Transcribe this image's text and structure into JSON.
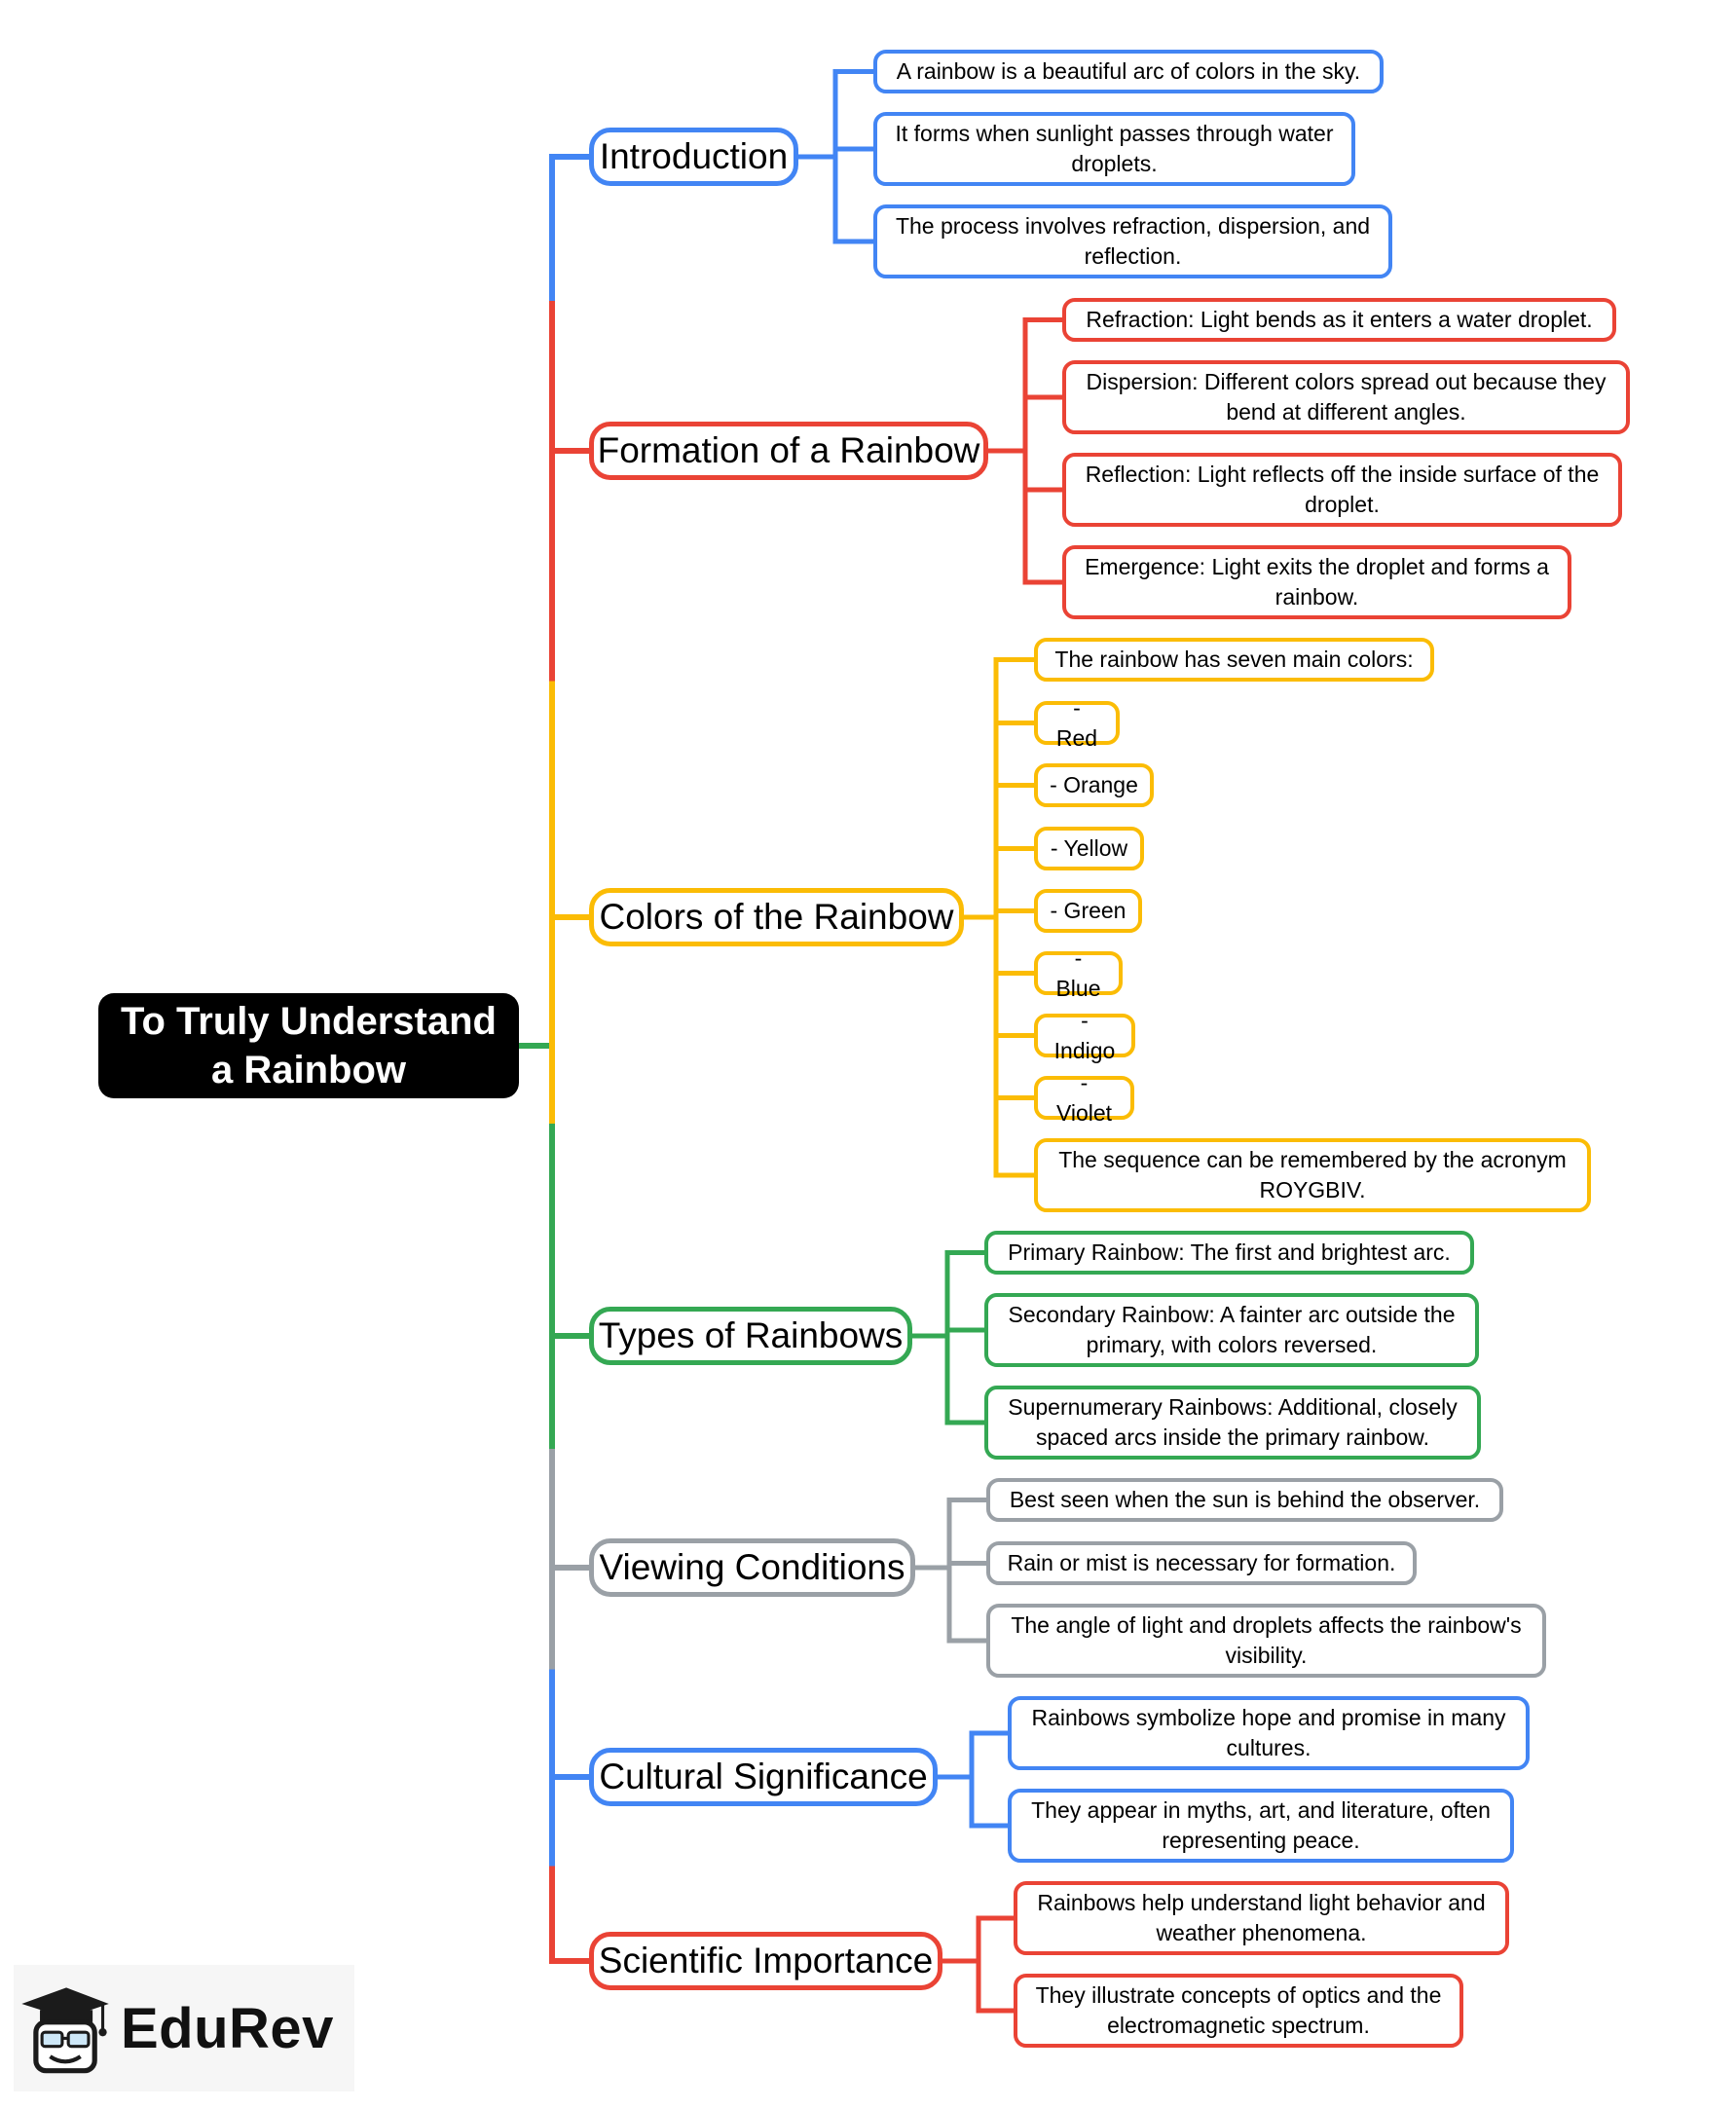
{
  "diagram": {
    "root": {
      "text": "To Truly Understand a Rainbow"
    },
    "branches": [
      {
        "label": "Introduction",
        "color": "#4285f4",
        "children": [
          "A rainbow is a beautiful arc of colors in the sky.",
          "It forms when sunlight passes through water droplets.",
          "The process involves refraction, dispersion, and reflection."
        ]
      },
      {
        "label": "Formation of a Rainbow",
        "color": "#ea4335",
        "children": [
          "Refraction: Light bends as it enters a water droplet.",
          "Dispersion: Different colors spread out because they bend at different angles.",
          "Reflection: Light reflects off the inside surface of the droplet.",
          "Emergence: Light exits the droplet and forms a rainbow."
        ]
      },
      {
        "label": "Colors of the Rainbow",
        "color": "#fbbc05",
        "children": [
          "The rainbow has seven main colors:",
          "- Red",
          "- Orange",
          "- Yellow",
          "- Green",
          "- Blue",
          "- Indigo",
          "- Violet",
          "The sequence can be remembered by the acronym ROYGBIV."
        ]
      },
      {
        "label": "Types of Rainbows",
        "color": "#34a853",
        "children": [
          "Primary Rainbow: The first and brightest arc.",
          "Secondary Rainbow: A fainter arc outside the primary, with colors reversed.",
          "Supernumerary Rainbows: Additional, closely spaced arcs inside the primary rainbow."
        ]
      },
      {
        "label": "Viewing Conditions",
        "color": "#9aa0a6",
        "children": [
          "Best seen when the sun is behind the observer.",
          "Rain or mist is necessary for formation.",
          "The angle of light and droplets affects the rainbow's visibility."
        ]
      },
      {
        "label": "Cultural Significance",
        "color": "#4285f4",
        "children": [
          "Rainbows symbolize hope and promise in many cultures.",
          "They appear in myths, art, and literature, often representing peace."
        ]
      },
      {
        "label": "Scientific Importance",
        "color": "#ea4335",
        "children": [
          "Rainbows help understand light behavior and weather phenomena.",
          "They illustrate concepts of optics and the electromagnetic spectrum."
        ]
      }
    ]
  },
  "logo": {
    "text": "EduRev",
    "icon": "graduation-cap-mascot-icon"
  }
}
